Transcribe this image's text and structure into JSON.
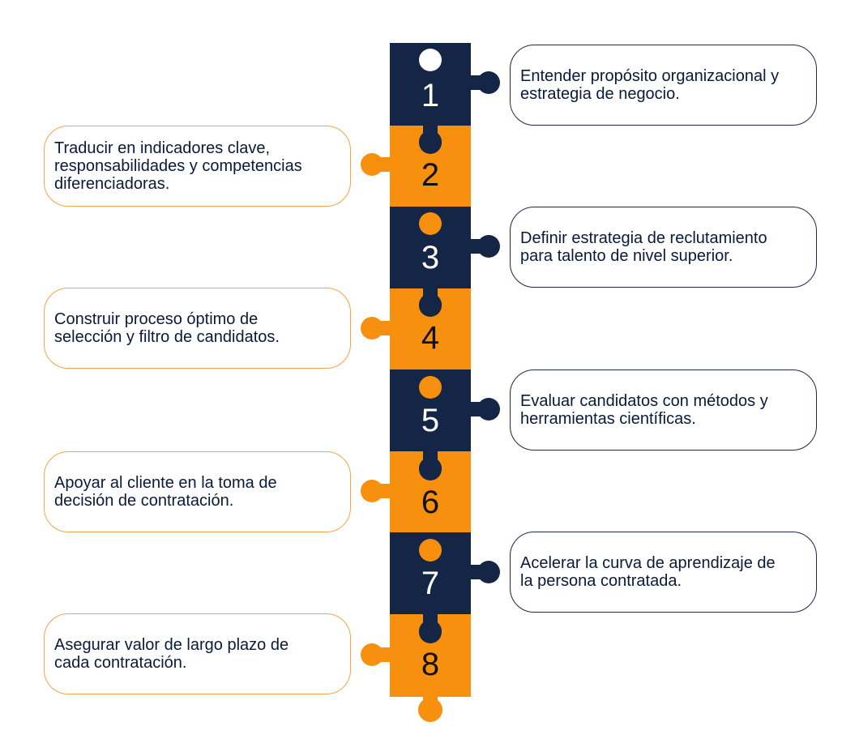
{
  "colors": {
    "navy": "#142546",
    "orange": "#f7900f",
    "number_on_navy": "#ffffff",
    "number_on_orange": "#101010"
  },
  "steps": [
    {
      "number": "1",
      "text": "Entender propósito organizacional y\nestrategia de negocio."
    },
    {
      "number": "2",
      "text": " Traducir en indicadores clave,\nresponsabilidades y competencias\n diferenciadoras."
    },
    {
      "number": "3",
      "text": "Definir estrategia de reclutamiento\npara talento de nivel superior."
    },
    {
      "number": "4",
      "text": "Construir proceso óptimo de\nselección y filtro de candidatos."
    },
    {
      "number": "5",
      "text": "Evaluar candidatos con métodos y\nherramientas científicas."
    },
    {
      "number": "6",
      "text": "Apoyar al cliente en la toma de\ndecisión de contratación."
    },
    {
      "number": "7",
      "text": "Acelerar la curva de aprendizaje de\nla persona contratada."
    },
    {
      "number": "8",
      "text": "Asegurar valor de largo plazo de\ncada contratación."
    }
  ]
}
